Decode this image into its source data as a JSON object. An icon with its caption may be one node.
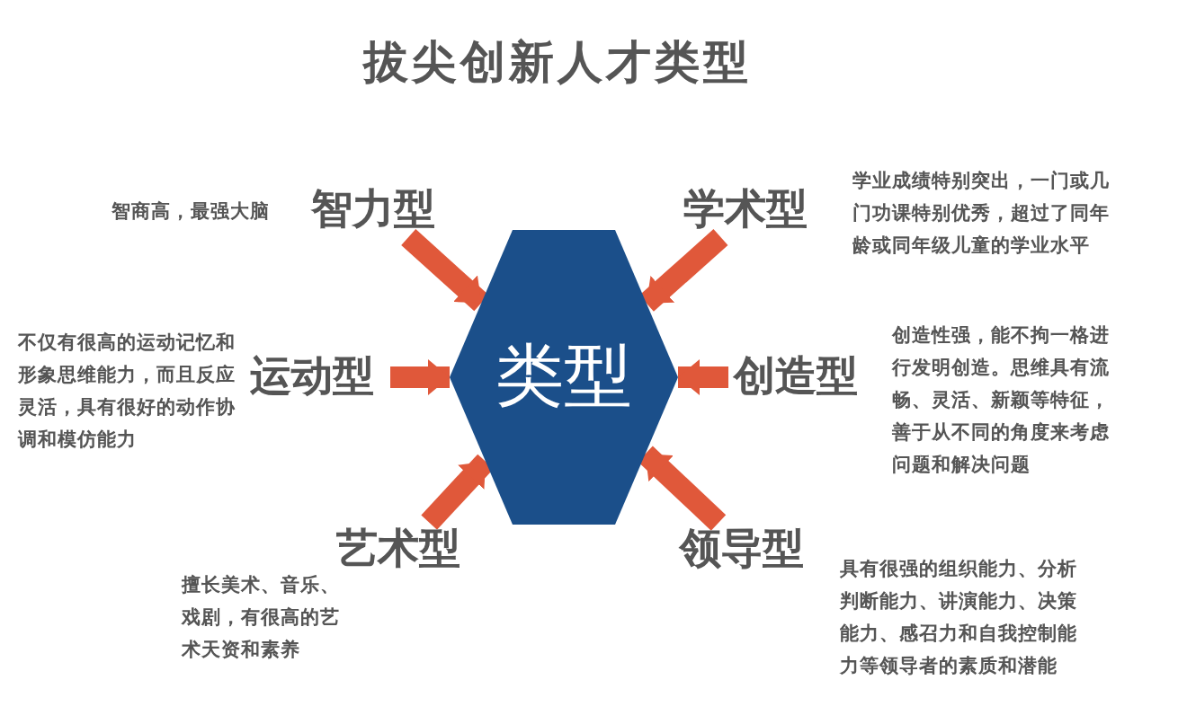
{
  "diagram": {
    "title": "拔尖创新人才类型",
    "nodes": [
      {
        "text": [
          "类型"
        ]
      },
      {
        "text": [
          "智力型"
        ],
        "beside": [
          "智商高，最强大脑"
        ]
      },
      {
        "text": [
          "学术型"
        ],
        "beside": [
          "学业成绩特别突出，一门或几门功课特别优秀，超过了同年龄或同年级儿童的学业水平"
        ]
      },
      {
        "text": [
          "运动型"
        ],
        "beside": [
          "不仅有很高的运动记忆和形象思维能力，而且反应灵活，具有很好的动作协调和模仿能力"
        ]
      },
      {
        "text": [
          "创造型"
        ],
        "beside": [
          "创造性强，能不拘一格进行发明创造。思维具有流畅、灵活、新颖等特征，善于从不同的角度来考虑问题和解决问题"
        ]
      },
      {
        "text": [
          "艺术型"
        ],
        "beside": [
          "擅长美术、音乐、戏剧，有很高的艺术天资和素养"
        ]
      },
      {
        "text": [
          "领导型"
        ],
        "beside": [
          "具有很强的组织能力、分析判断能力、讲演能力、决策能力、感召力和自我控制能力等领导者的素质和潜能"
        ]
      }
    ],
    "edges": [
      {
        "from": 1,
        "to": 0,
        "arrow": "to"
      },
      {
        "from": 2,
        "to": 0,
        "arrow": "to"
      },
      {
        "from": 3,
        "to": 0,
        "arrow": "to"
      },
      {
        "from": 4,
        "to": 0,
        "arrow": "to"
      },
      {
        "from": 5,
        "to": 0,
        "arrow": "to"
      },
      {
        "from": 6,
        "to": 0,
        "arrow": "to"
      }
    ]
  }
}
